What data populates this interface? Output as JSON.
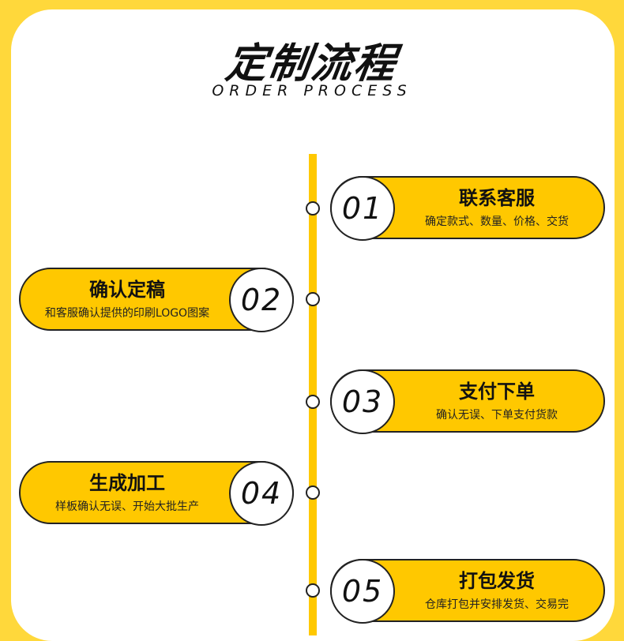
{
  "header": {
    "title": "定制流程",
    "subtitle": "ORDER PROCESS"
  },
  "steps": [
    {
      "number": "01",
      "title": "联系客服",
      "description": "确定款式、数量、价格、交货"
    },
    {
      "number": "02",
      "title": "确认定稿",
      "description": "和客服确认提供的印刷LOGO图案"
    },
    {
      "number": "03",
      "title": "支付下单",
      "description": "确认无误、下单支付货款"
    },
    {
      "number": "04",
      "title": "生成加工",
      "description": "样板确认无误、开始大批生产"
    },
    {
      "number": "05",
      "title": "打包发货",
      "description": "仓库打包并安排发货、交易完"
    }
  ],
  "colors": {
    "background": "#ffd83b",
    "accent": "#ffc800",
    "card": "#ffffff",
    "outline": "#222222"
  }
}
